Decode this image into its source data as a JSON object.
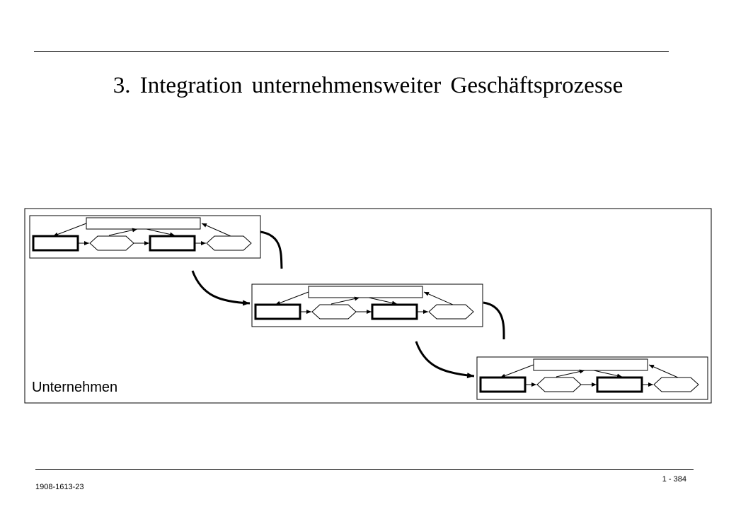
{
  "slide": {
    "title": "3. Integration unternehmensweiter Geschäftsprozesse",
    "footer_left": "1908-1613-23",
    "footer_right": "1 - 384"
  },
  "diagram": {
    "enterprise_label": "Unternehmen",
    "process_count": 3
  }
}
